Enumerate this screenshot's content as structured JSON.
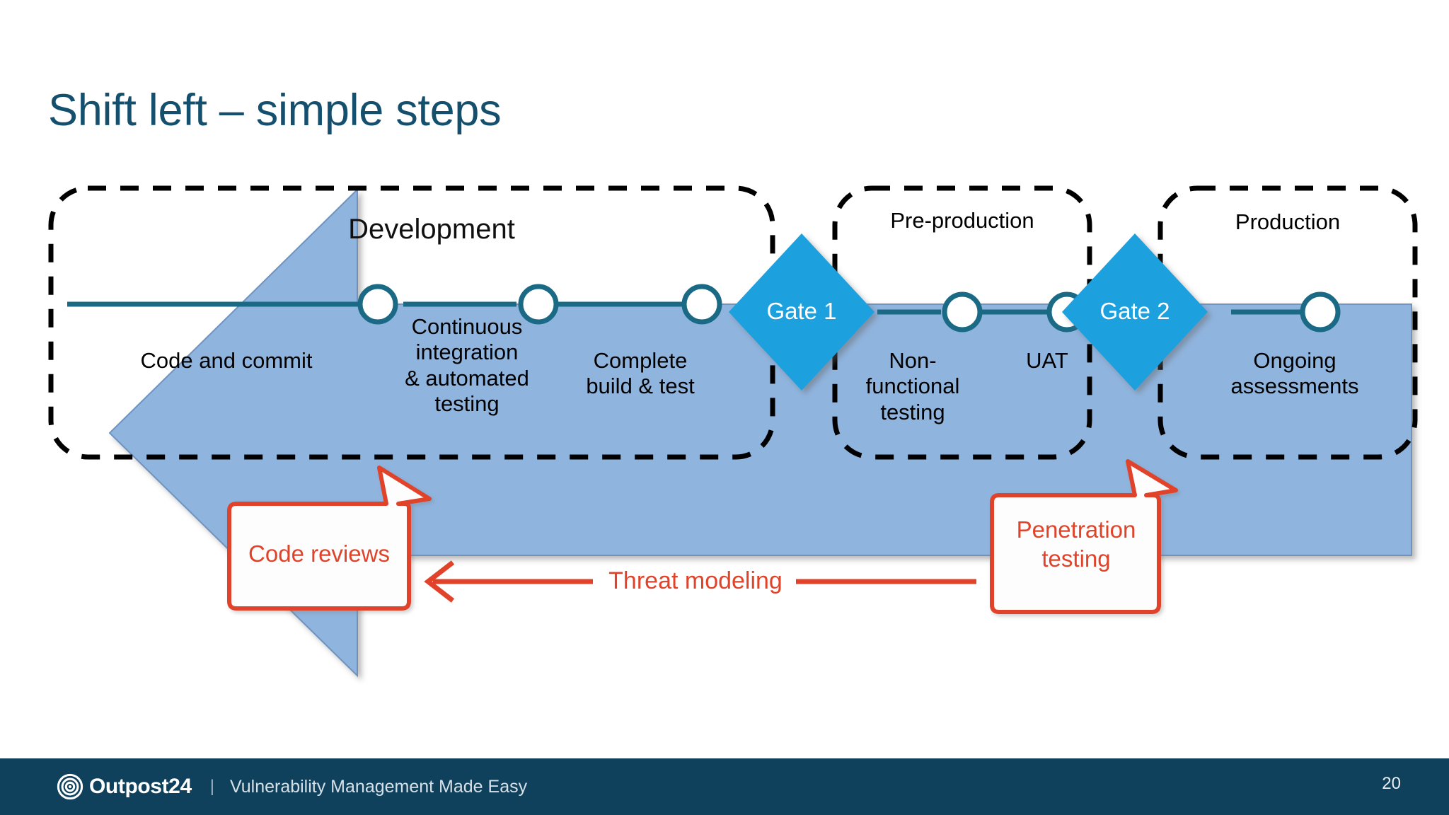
{
  "slide": {
    "title": "Shift left – simple steps",
    "page_number": "20",
    "colors": {
      "title_blue": "#14506E",
      "arrow_blue": "#8FB4DE",
      "gate_blue": "#1CA0DE",
      "timeline_teal": "#1A6A86",
      "callout_red": "#E04329",
      "footer_navy": "#10415C"
    }
  },
  "diagram": {
    "type": "process-flow",
    "big_arrow_label": "Development",
    "phases": [
      {
        "name": "development",
        "label": "Development"
      },
      {
        "name": "pre-production",
        "label": "Pre-production"
      },
      {
        "name": "production",
        "label": "Production"
      }
    ],
    "stages": [
      {
        "name": "code-and-commit",
        "lines": [
          "Code and commit"
        ]
      },
      {
        "name": "continuous-integration",
        "lines": [
          "Continuous",
          "integration",
          "& automated",
          "testing"
        ]
      },
      {
        "name": "complete-build-test",
        "lines": [
          "Complete",
          "build & test"
        ]
      },
      {
        "name": "non-functional-testing",
        "lines": [
          "Non-",
          "functional",
          "testing"
        ]
      },
      {
        "name": "uat",
        "lines": [
          "UAT"
        ]
      },
      {
        "name": "ongoing-assessments",
        "lines": [
          "Ongoing",
          "assessments"
        ]
      }
    ],
    "gates": [
      {
        "name": "gate-1",
        "label": "Gate 1"
      },
      {
        "name": "gate-2",
        "label": "Gate 2"
      }
    ],
    "callouts": [
      {
        "name": "code-reviews",
        "lines": [
          "Code reviews"
        ]
      },
      {
        "name": "penetration-testing",
        "lines": [
          "Penetration",
          "testing"
        ]
      }
    ],
    "annotations": [
      {
        "name": "threat-modeling",
        "label": "Threat modeling",
        "direction": "left-arrow"
      }
    ]
  },
  "footer": {
    "brand": "Outpost24",
    "separator": "|",
    "tagline": "Vulnerability Management Made Easy",
    "logo_icon": "bullseye-icon"
  }
}
